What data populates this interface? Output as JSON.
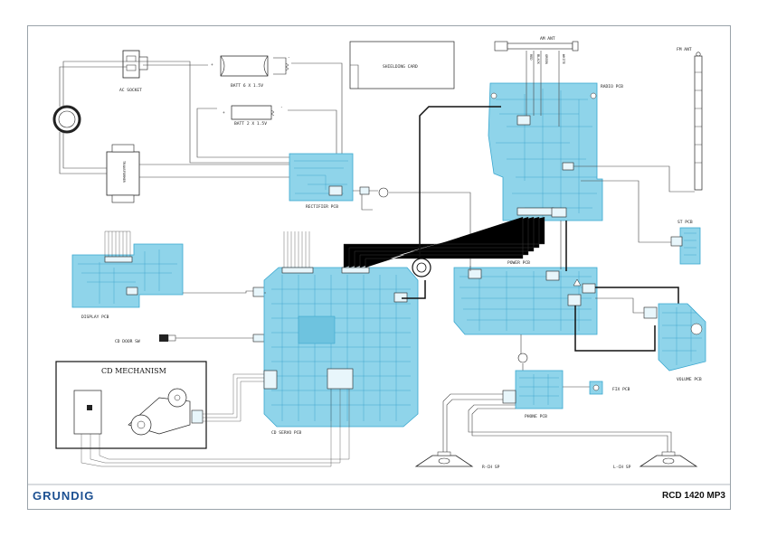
{
  "footer": {
    "brand": "GRUNDIG",
    "model": "RCD 1420 MP3"
  },
  "labels": {
    "ac_socket": "AC SOCKET",
    "batt_6": "BATT 6 X 1.5V",
    "batt_2": "BATT 2 X 1.5V",
    "shielding_card": "SHIELDING CARD",
    "transformer": "TRANSFORMER",
    "rectifier_pcb": "RECTIFIER PCB",
    "radio_pcb": "RADIO PCB",
    "am_ant": "AM ANT",
    "am_wire_colors": [
      "RED",
      "BLACK",
      "GREEN",
      "WHITE"
    ],
    "fm_ant": "FM ANT",
    "st_pcb": "ST PCB",
    "display_pcb": "DISPLAY PCB",
    "cd_door_sw": "CD DOOR SW",
    "power_pcb": "POWER PCB",
    "volume_pcb": "VOLUME PCB",
    "cd_mechanism": "CD MECHANISM",
    "cd_servo_pcb": "CD SERVO PCB",
    "phone_pcb": "PHONE PCB",
    "fix_pcb": "FIX PCB",
    "r_ch_sp": "R-CH SP",
    "l_ch_sp": "L-CH SP"
  }
}
